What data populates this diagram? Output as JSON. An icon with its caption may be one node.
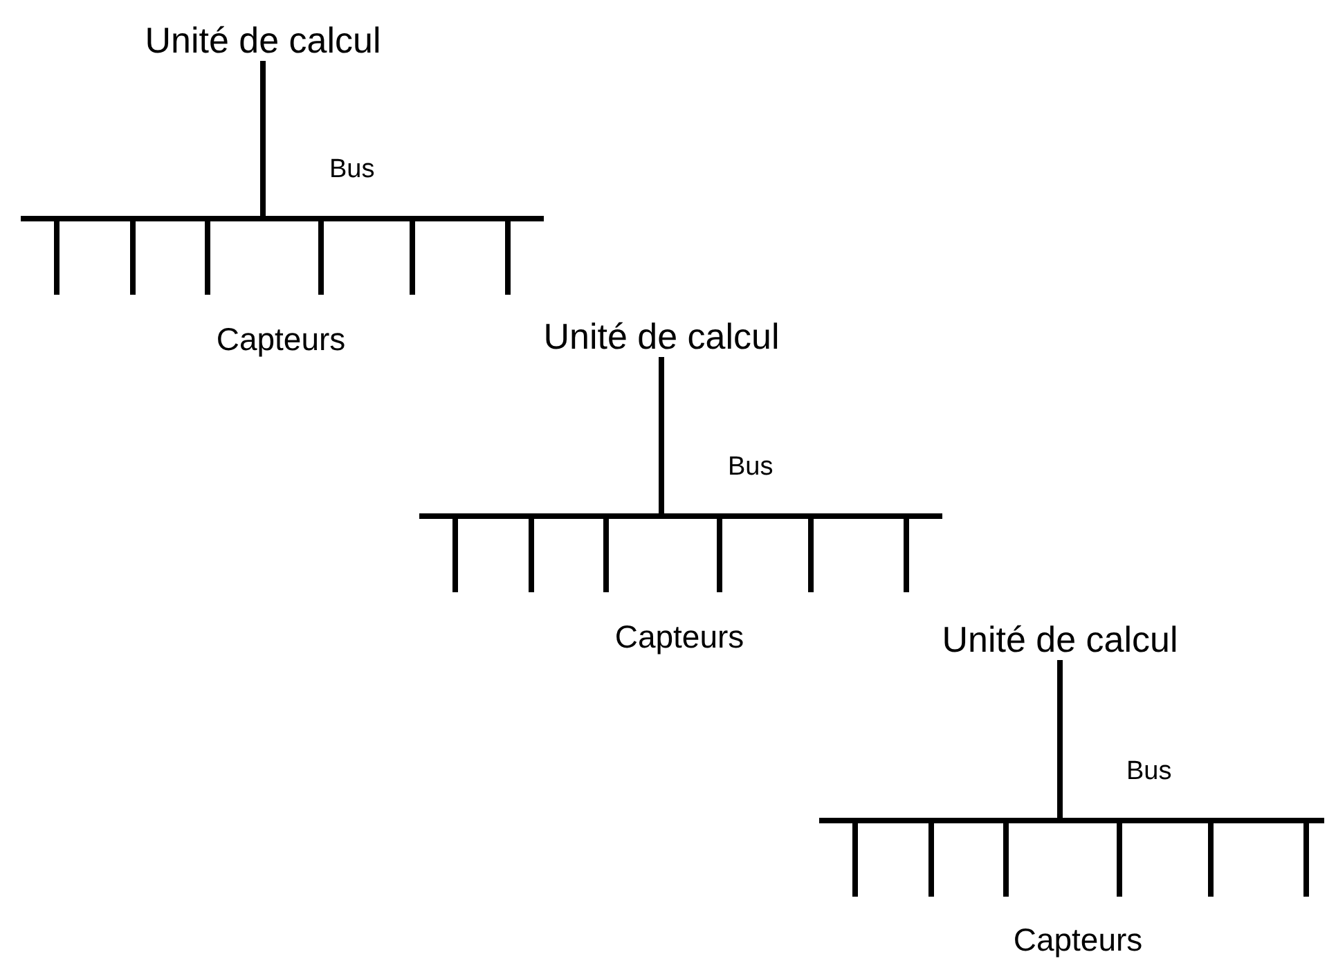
{
  "diagram": {
    "nodes": [
      {
        "text": [
          "Unité de calcul"
        ]
      },
      {
        "text": [],
        "shape": "bar",
        "beside": [
          "Bus"
        ]
      },
      {
        "text": [
          "Unité de calcul"
        ]
      },
      {
        "text": [],
        "shape": "bar",
        "beside": [
          "Bus"
        ]
      },
      {
        "text": [
          "Unité de calcul"
        ]
      },
      {
        "text": [],
        "shape": "bar",
        "beside": [
          "Bus"
        ]
      }
    ],
    "edges": [
      {
        "from": 0,
        "to": 1,
        "arrow": "none"
      },
      {
        "from": 1,
        "to": null,
        "arrow": "none"
      },
      {
        "from": 1,
        "to": null,
        "arrow": "none"
      },
      {
        "from": 1,
        "to": null,
        "arrow": "none"
      },
      {
        "from": 1,
        "to": null,
        "arrow": "none"
      },
      {
        "from": 1,
        "to": null,
        "arrow": "none"
      },
      {
        "from": 1,
        "to": null,
        "arrow": "none"
      },
      {
        "from": 2,
        "to": 3,
        "arrow": "none"
      },
      {
        "from": 3,
        "to": null,
        "arrow": "none"
      },
      {
        "from": 3,
        "to": null,
        "arrow": "none"
      },
      {
        "from": 3,
        "to": null,
        "arrow": "none"
      },
      {
        "from": 3,
        "to": null,
        "arrow": "none"
      },
      {
        "from": 3,
        "to": null,
        "arrow": "none"
      },
      {
        "from": 3,
        "to": null,
        "arrow": "none"
      },
      {
        "from": 4,
        "to": 5,
        "arrow": "none"
      },
      {
        "from": 5,
        "to": null,
        "arrow": "none"
      },
      {
        "from": 5,
        "to": null,
        "arrow": "none"
      },
      {
        "from": 5,
        "to": null,
        "arrow": "none"
      },
      {
        "from": 5,
        "to": null,
        "arrow": "none"
      },
      {
        "from": 5,
        "to": null,
        "arrow": "none"
      },
      {
        "from": 5,
        "to": null,
        "arrow": "none"
      }
    ],
    "labels": [
      "Capteurs",
      "Capteurs",
      "Capteurs"
    ]
  }
}
